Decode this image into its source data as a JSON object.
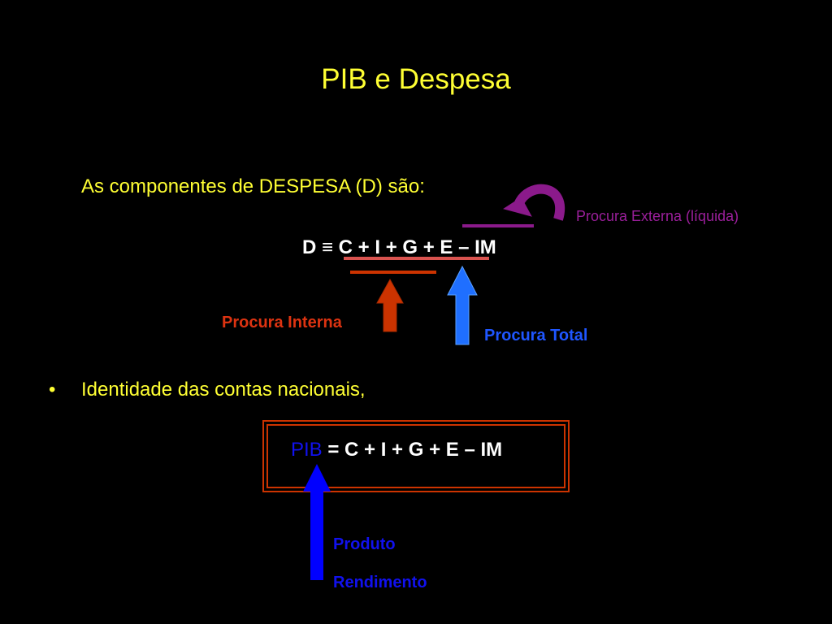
{
  "slide": {
    "title": "PIB e Despesa",
    "intro": "As componentes de DESPESA (D) são:",
    "equation_d": "D ≡ C + I + G + E – IM",
    "labels": {
      "external_demand": "Procura Externa (líquida)",
      "internal_demand": "Procura Interna",
      "total_demand": "Procura Total"
    },
    "bullet_marker": "•",
    "bullet_text": "Identidade das contas nacionais,",
    "pib_word": "PIB",
    "pib_rhs": " = C + I + G + E – IM",
    "pib_labels": {
      "product": "Produto",
      "income": "Rendimento"
    }
  },
  "colors": {
    "background": "#000000",
    "title": "#ffff33",
    "external": "#8b1a8b",
    "internal": "#cc3300",
    "total": "#1f6fff",
    "box_border": "#cc3300",
    "pib_arrow": "#0000ff"
  }
}
